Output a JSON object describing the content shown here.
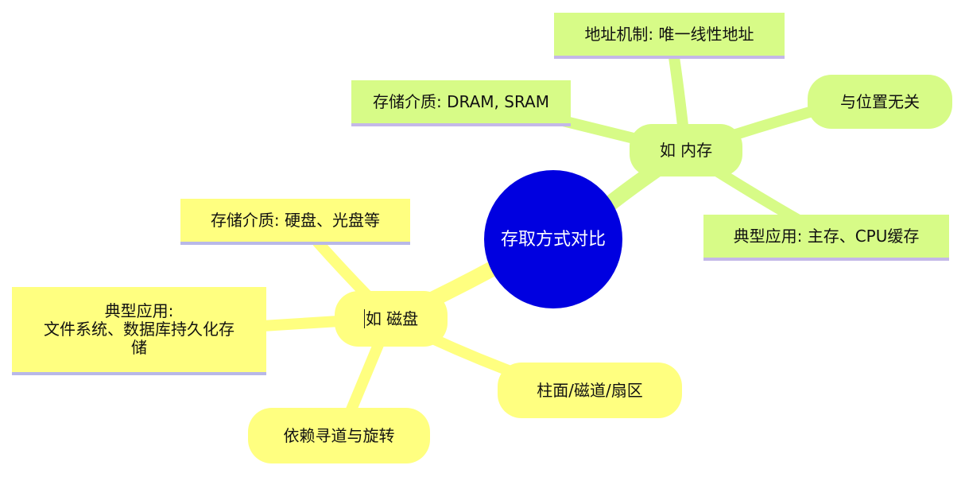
{
  "center": {
    "label": "存取方式对比",
    "color": "#0000e0"
  },
  "branches": {
    "ram": {
      "label": "如 内存",
      "color": "#d7fb87",
      "children": {
        "address": "地址机制: 唯一线性地址",
        "media": "存储介质: DRAM, SRAM",
        "position": "与位置无关",
        "usage": "典型应用: 主存、CPU缓存"
      }
    },
    "disk": {
      "label": "如 磁盘",
      "color": "#ffff80",
      "children": {
        "media": "存储介质: 硬盘、光盘等",
        "usage": "典型应用:\n文件系统、数据库持久化存\n储",
        "seek": "依赖寻道与旋转",
        "geometry": "柱面/磁道/扇区"
      }
    }
  },
  "link_colors": {
    "ram": "#d7fb87",
    "disk": "#ffff80"
  }
}
